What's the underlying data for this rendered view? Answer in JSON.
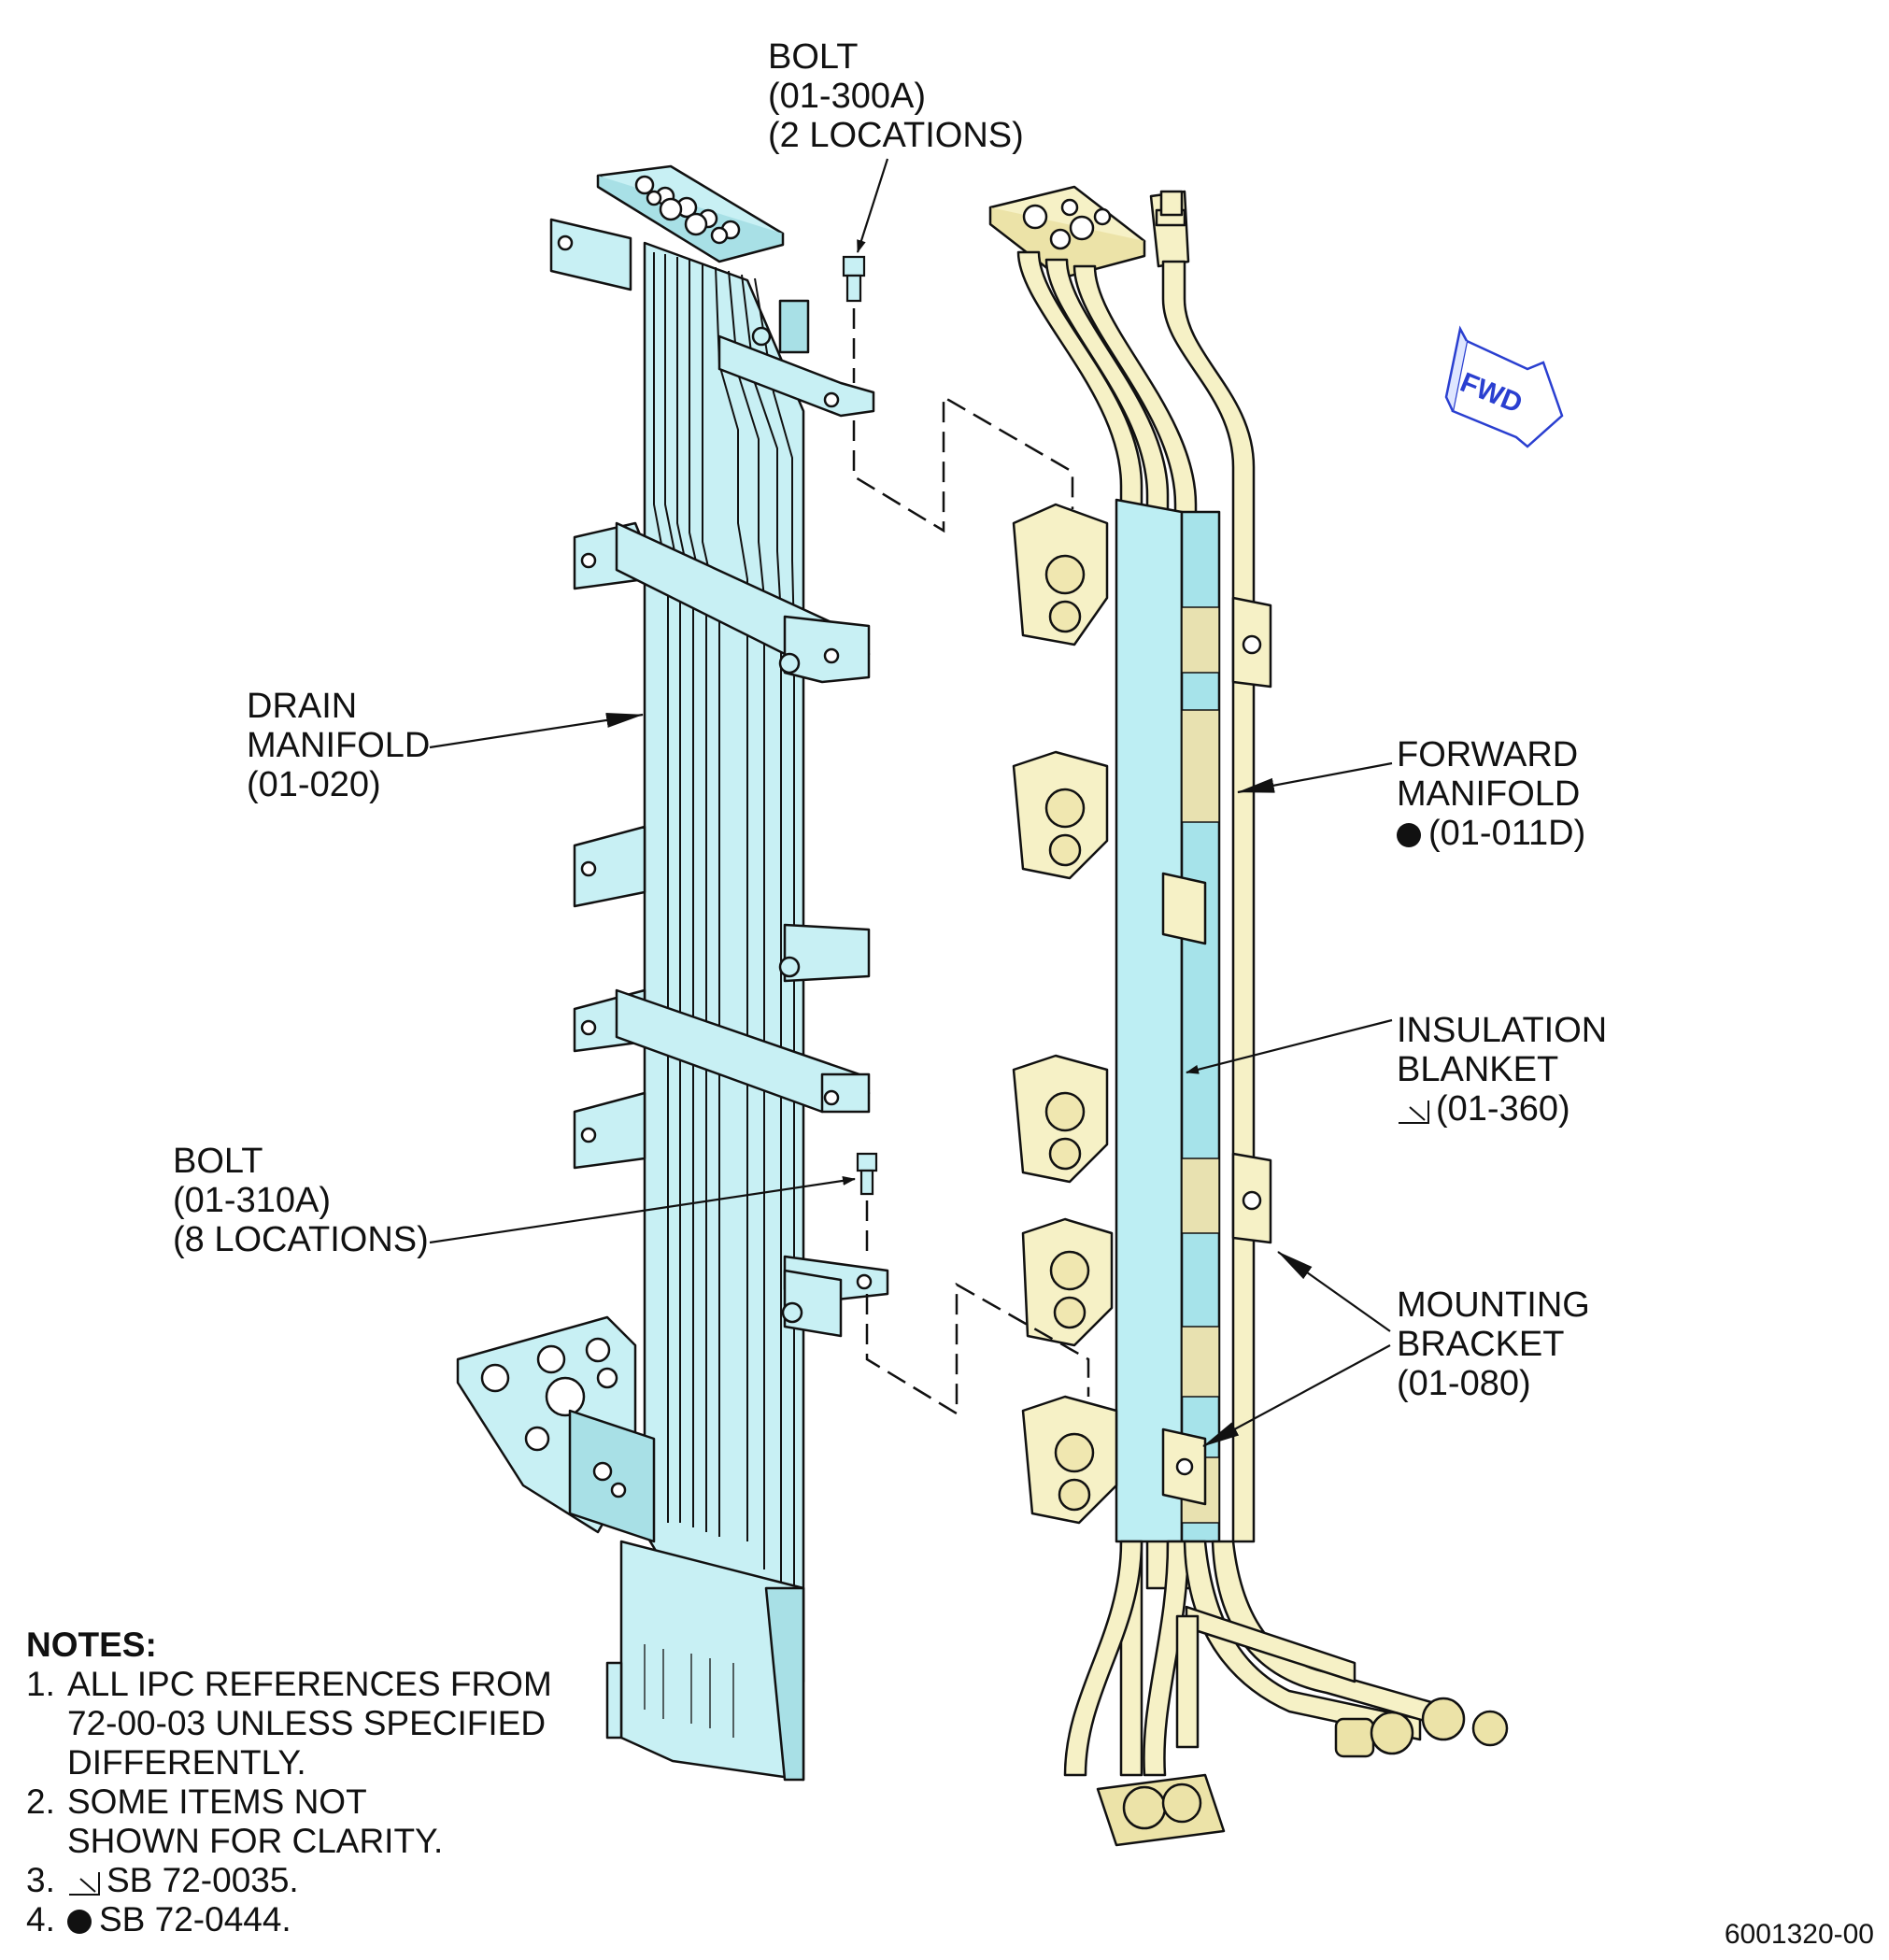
{
  "callouts": {
    "bolt_top": [
      "BOLT",
      "(01-300A)",
      "(2 LOCATIONS)"
    ],
    "drain_manifold": [
      "DRAIN",
      "MANIFOLD",
      "(01-020)"
    ],
    "bolt_bottom": [
      "BOLT",
      "(01-310A)",
      "(8 LOCATIONS)"
    ],
    "forward_manifold": [
      "FORWARD",
      "MANIFOLD",
      "(01-011D)"
    ],
    "insulation_blanket": [
      "INSULATION",
      "BLANKET",
      "(01-360)"
    ],
    "mounting_bracket": [
      "MOUNTING",
      "BRACKET",
      "(01-080)"
    ]
  },
  "fwd_label": "FWD",
  "notes": {
    "title": "NOTES:",
    "items": [
      {
        "num": "1.",
        "lines": [
          "ALL IPC REFERENCES FROM",
          "72-00-03 UNLESS SPECIFIED",
          "DIFFERENTLY."
        ]
      },
      {
        "num": "2.",
        "lines": [
          "SOME ITEMS NOT",
          "SHOWN FOR CLARITY."
        ]
      },
      {
        "num": "3.",
        "lines": [
          "SB 72-0035."
        ]
      },
      {
        "num": "4.",
        "lines": [
          "SB 72-0444."
        ]
      }
    ]
  },
  "figure_number": "6001320-00",
  "colors": {
    "drain_fill": "#c8f0f4",
    "forward_fill": "#f6f1c6",
    "blanket_fill": "#bdeef3",
    "line": "#111111",
    "fwd_arrow": "#2a3fd0"
  }
}
